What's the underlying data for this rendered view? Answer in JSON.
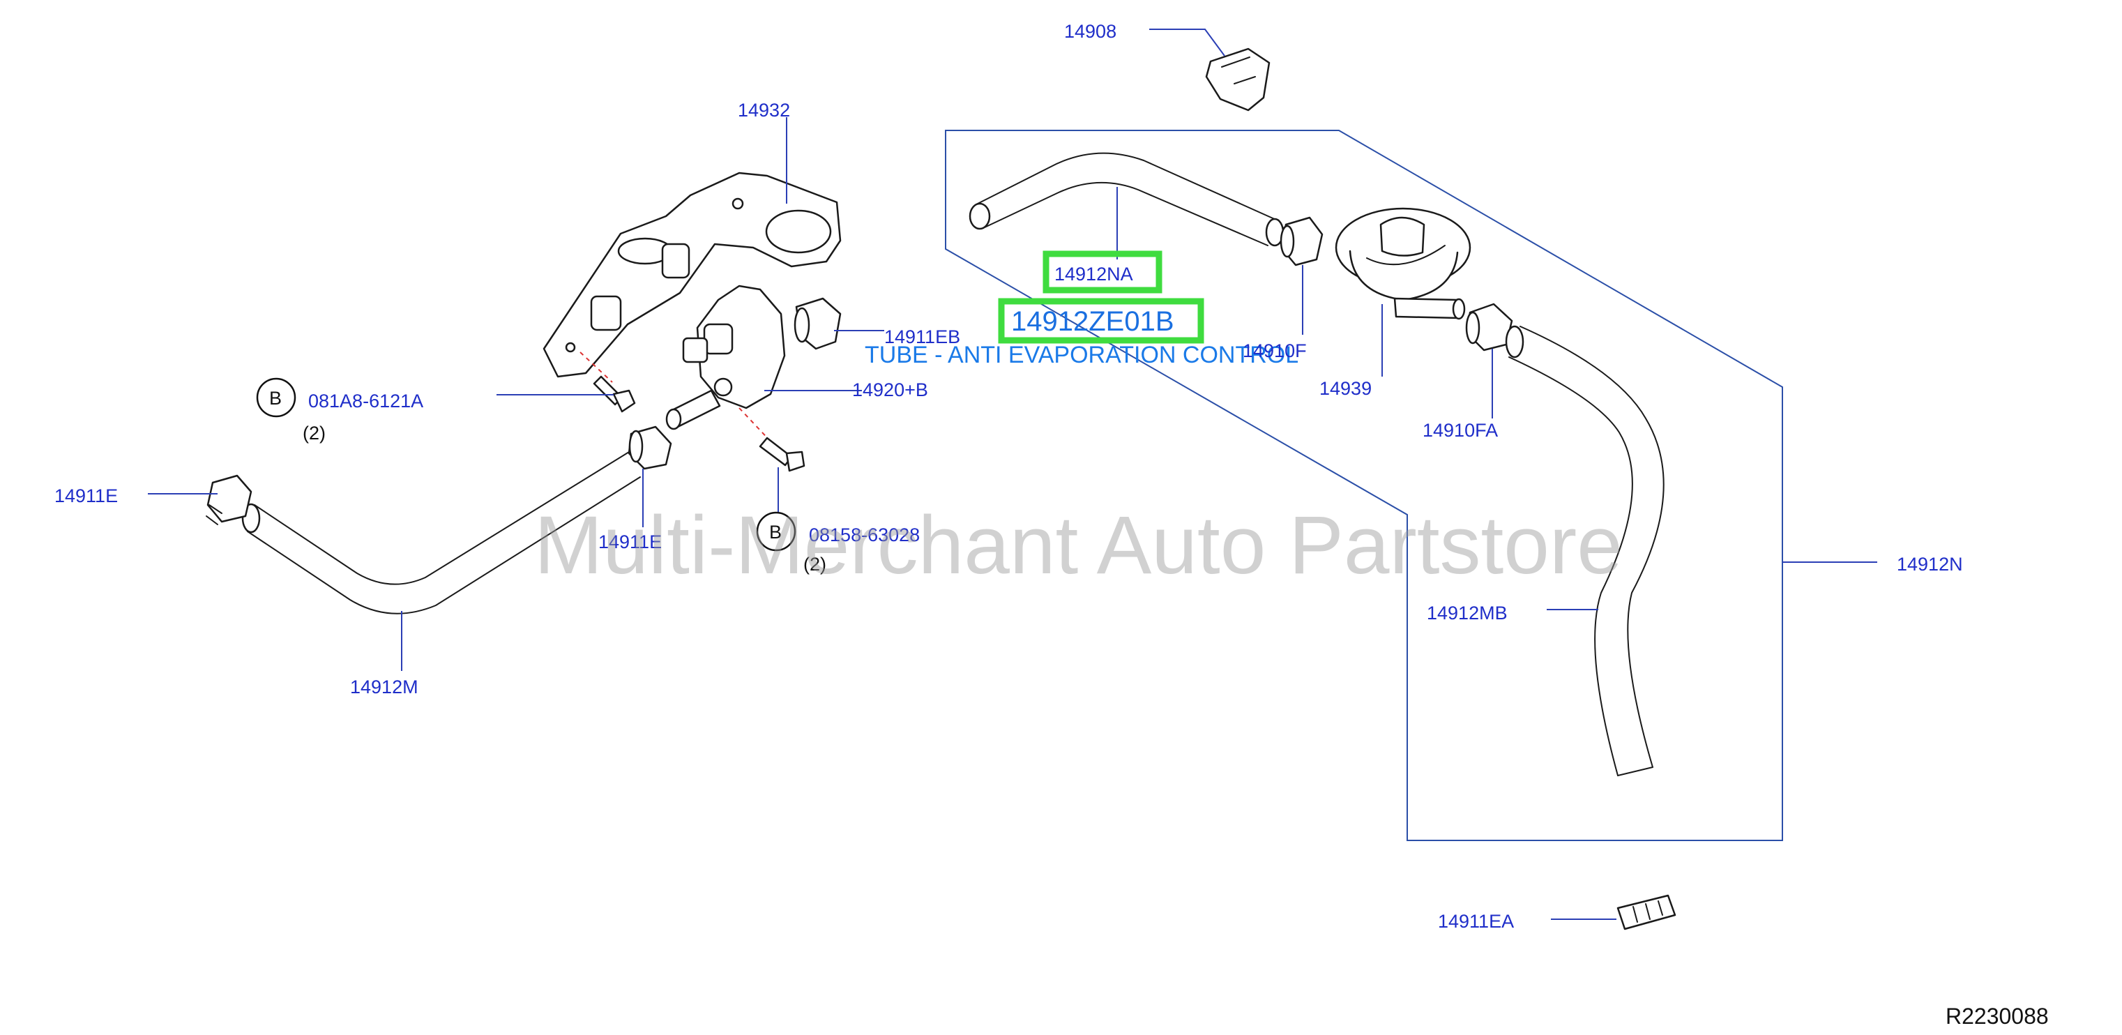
{
  "diagram": {
    "part_labels": {
      "p14908": "14908",
      "p14932": "14932",
      "p14912NA": "14912NA",
      "p14911EB": "14911EB",
      "p14910F": "14910F",
      "p14920B": "14920+B",
      "p14939": "14939",
      "p14910FA": "14910FA",
      "p081A8": "081A8-6121A",
      "p14911E_left": "14911E",
      "p14911E_mid": "14911E",
      "p08158": "08158-63028",
      "p14912N": "14912N",
      "p14912MB": "14912MB",
      "p14912M": "14912M",
      "p14911EA": "14911EA"
    },
    "quantities": {
      "q_bolt_a": "(2)",
      "q_bolt_b": "(2)"
    },
    "bolt_markers": {
      "marker_a": "B",
      "marker_b": "B"
    },
    "highlight": {
      "part_code": "14912ZE01B",
      "description": "TUBE - ANTI EVAPORATION CONTROL",
      "color": "#3fdc3f"
    },
    "watermark": "Multi-Merchant Auto Partstore",
    "diagram_id": "R2230088"
  }
}
